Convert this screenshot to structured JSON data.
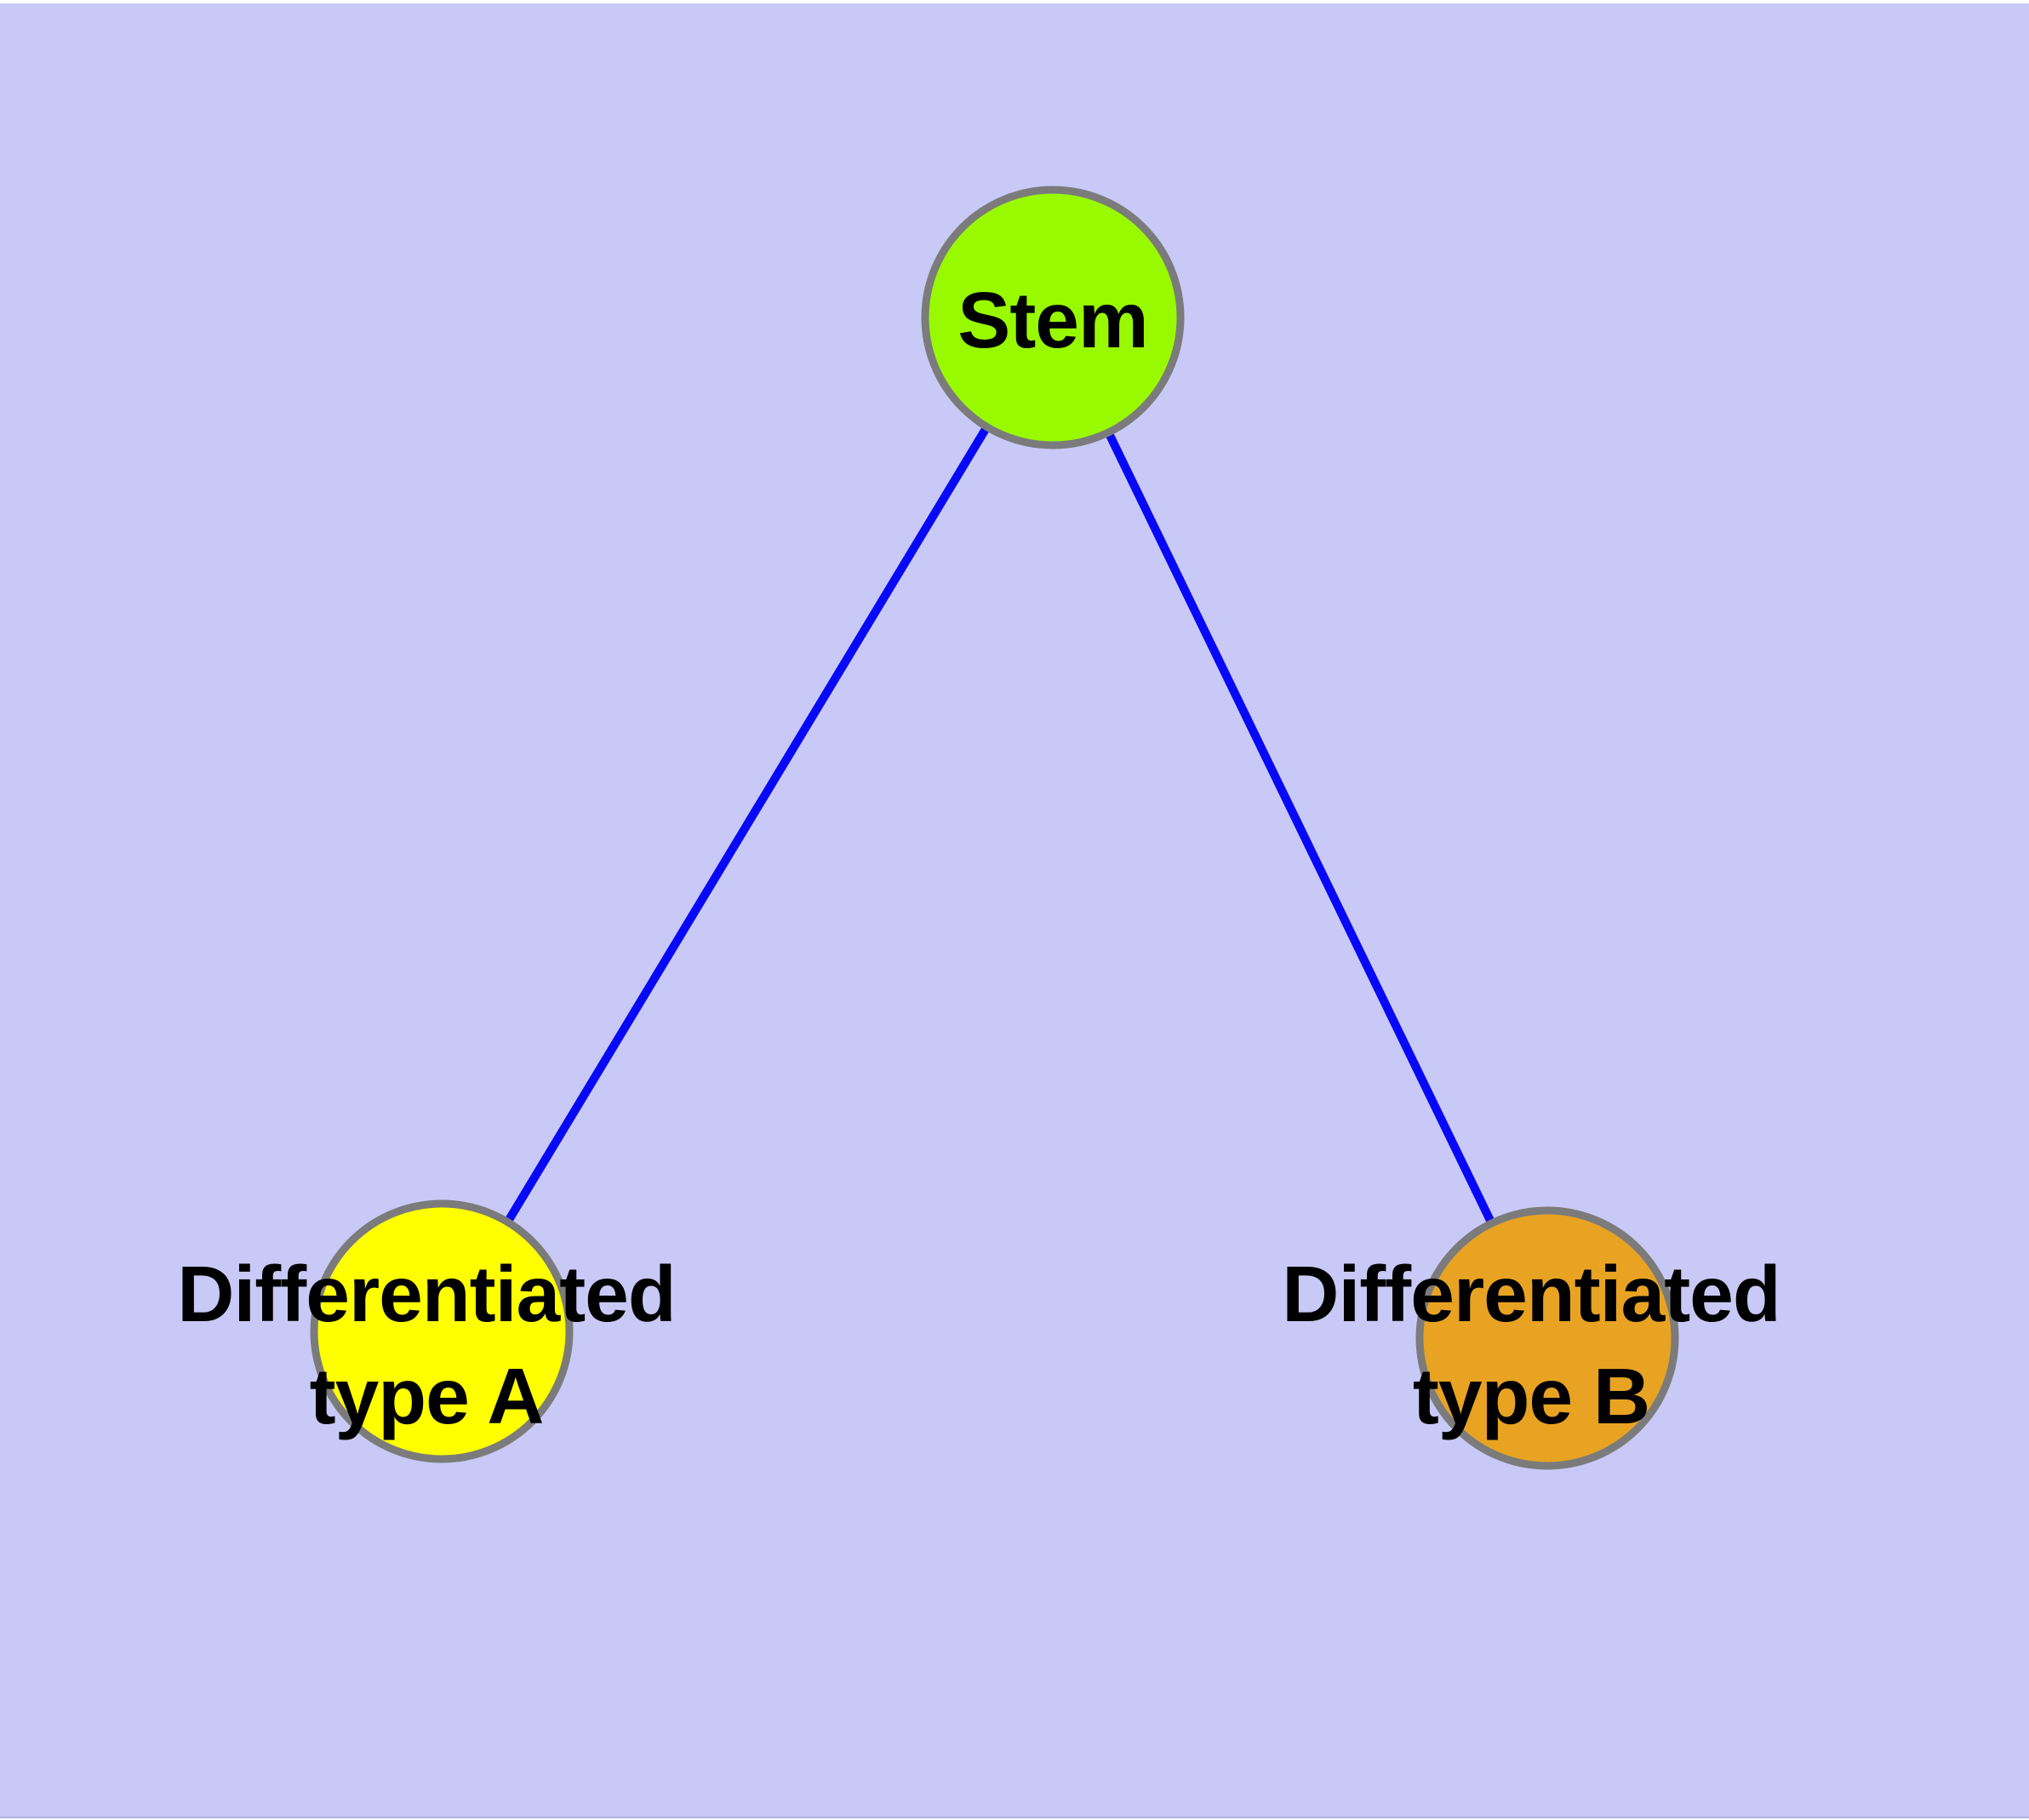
{
  "diagram": {
    "background_color": "#C9C9F7",
    "frame_color": "#FFFFFF",
    "edge_color": "#0808F8",
    "node_border_color": "#7B7B7B",
    "label_color": "#000000",
    "nodes": [
      {
        "id": "stem",
        "label": "Stem",
        "lines": [
          "Stem"
        ],
        "color": "#99FA00"
      },
      {
        "id": "differentiated-type-a",
        "label": "Differentiated type A",
        "lines": [
          "Differentiated",
          "type A"
        ],
        "color": "#FFFF00"
      },
      {
        "id": "differentiated-type-b",
        "label": "Differentiated type B",
        "lines": [
          "Differentiated",
          "type B"
        ],
        "color": "#E8A323"
      }
    ],
    "edges": [
      {
        "from": "Stem",
        "to": "Differentiated type A"
      },
      {
        "from": "Stem",
        "to": "Differentiated type B"
      }
    ]
  }
}
